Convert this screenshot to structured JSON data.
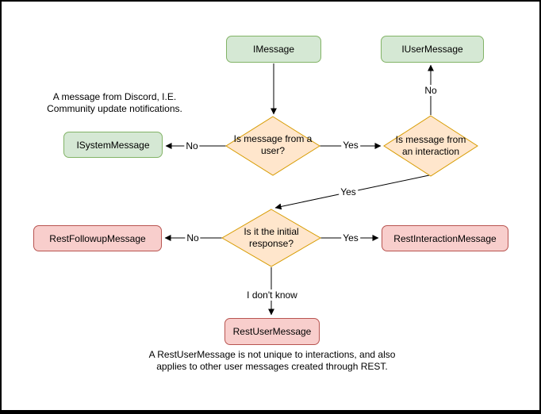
{
  "diagram": {
    "nodes": {
      "imessage": {
        "label": "IMessage",
        "kind": "class",
        "color": "green"
      },
      "iusermessage": {
        "label": "IUserMessage",
        "kind": "class",
        "color": "green"
      },
      "isystemmessage": {
        "label": "ISystemMessage",
        "kind": "class",
        "color": "green"
      },
      "decision_user": {
        "label": "Is message from a user?",
        "kind": "decision",
        "color": "orange"
      },
      "decision_interaction": {
        "label": "Is message from an interaction",
        "kind": "decision",
        "color": "orange"
      },
      "decision_initial": {
        "label": "Is it the initial response?",
        "kind": "decision",
        "color": "orange"
      },
      "restfollowupmessage": {
        "label": "RestFollowupMessage",
        "kind": "class",
        "color": "red"
      },
      "restinteractionmessage": {
        "label": "RestInteractionMessage",
        "kind": "class",
        "color": "red"
      },
      "restusermessage": {
        "label": "RestUserMessage",
        "kind": "class",
        "color": "red"
      }
    },
    "edges": [
      {
        "from": "IMessage",
        "to": "Is message from a user?",
        "label": ""
      },
      {
        "from": "Is message from a user?",
        "to": "ISystemMessage",
        "label": "No"
      },
      {
        "from": "Is message from a user?",
        "to": "Is message from an interaction",
        "label": "Yes"
      },
      {
        "from": "Is message from an interaction",
        "to": "IUserMessage",
        "label": "No"
      },
      {
        "from": "Is message from an interaction",
        "to": "Is it the initial response?",
        "label": "Yes"
      },
      {
        "from": "Is it the initial response?",
        "to": "RestFollowupMessage",
        "label": "No"
      },
      {
        "from": "Is it the initial response?",
        "to": "RestInteractionMessage",
        "label": "Yes"
      },
      {
        "from": "Is it the initial response?",
        "to": "RestUserMessage",
        "label": "I don't know"
      }
    ],
    "annotations": {
      "system_note": "A message from Discord, I.E. Community update notifications.",
      "restuser_note": "A RestUserMessage is not unique to interactions, and also applies to other user messages created through REST."
    },
    "colors": {
      "green_fill": "#d5e8d4",
      "green_stroke": "#82b366",
      "orange_fill": "#ffe6cc",
      "orange_stroke": "#d79b00",
      "red_fill": "#f8cecc",
      "red_stroke": "#b85450",
      "edge_color": "#000000"
    }
  }
}
